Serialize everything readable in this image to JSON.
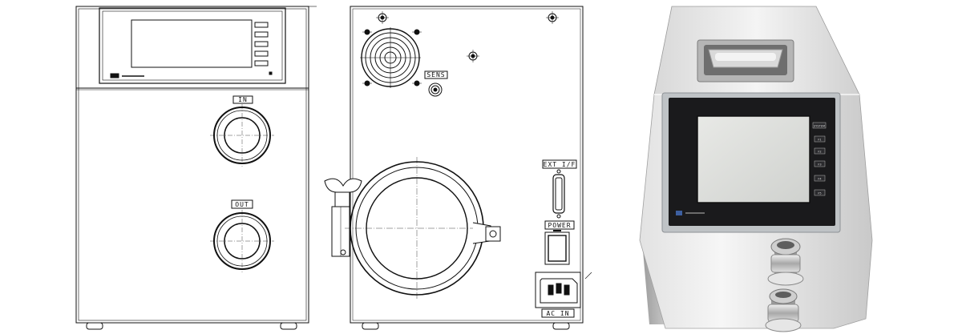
{
  "front_view": {
    "inlet_label": "IN",
    "outlet_label": "OUT"
  },
  "rear_view": {
    "sensor_label": "SENS",
    "ext_if_label": "EXT I/F",
    "power_label": "POWER",
    "ac_in_label": "AC IN"
  },
  "photo": {
    "screen_label": "SYSTEM",
    "softkeys": [
      "F1",
      "F2",
      "F3",
      "F4",
      "F5"
    ],
    "colors": {
      "steel_light": "#e9e9e9",
      "steel_mid": "#c2c2c2",
      "steel_dark": "#8c8c8c",
      "bezel": "#bfc3c6",
      "screen": "#dfe1de",
      "panel_black": "#1a1a1c"
    }
  }
}
